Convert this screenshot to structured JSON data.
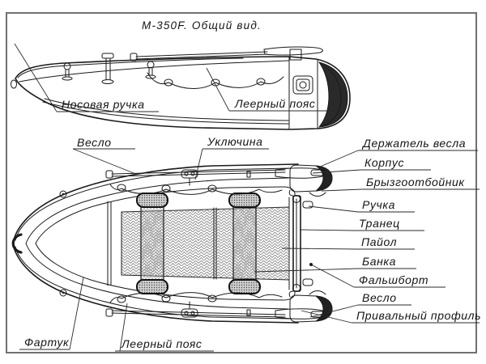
{
  "title": "М-350F. Общий вид.",
  "colors": {
    "ink": "#1a1a1a",
    "frame": "#707070",
    "paper": "#ffffff"
  },
  "labels": {
    "bow_handle": "Носовая ручка",
    "grab_line_side": "Леерный пояс",
    "oar_top": "Весло",
    "oarlock": "Уключина",
    "oar_holder": "Держатель весла",
    "hull": "Корпус",
    "spray_guard": "Брызгоотбойник",
    "stern_handle": "Ручка",
    "transom": "Транец",
    "floorboard": "Пайол",
    "seat": "Банка",
    "bulwark": "Фальшборт",
    "oar_stern": "Весло",
    "rub_strake": "Привальный профиль",
    "apron": "Фартук",
    "grab_line_bottom": "Леерный пояс"
  }
}
